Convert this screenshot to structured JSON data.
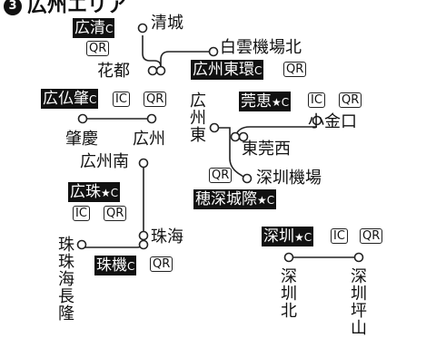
{
  "title": {
    "number": "3",
    "text": "広州エリア"
  },
  "stations": {
    "qingcheng": "清城",
    "huadu": "花都",
    "baiyun": "白雲機場北",
    "guangzhou": "広州",
    "guangzhou_east": "広州東",
    "zhaoqing": "肇慶",
    "guangzhou_south": "広州南",
    "dongguan_west": "東莞西",
    "xiaojinkou": "小金口",
    "shenzhen_airport": "深圳機場",
    "zhu": "珠",
    "zhuhai_changlong": "珠海長隆",
    "zhuhai": "珠海",
    "shenzhen_north": "深圳北",
    "shenzhen_pingshan": "深圳坪山"
  },
  "badges": {
    "guangqing": {
      "name": "広清",
      "suffix": "C"
    },
    "guangzhou_dong_ring": {
      "name": "広州東環",
      "suffix": "C"
    },
    "guangfo_zhao": {
      "name": "広仏肇",
      "suffix": "C"
    },
    "guanhui": {
      "name": "莞恵",
      "suffix": "★C"
    },
    "guangzhu": {
      "name": "広珠",
      "suffix": "★C"
    },
    "suishen": {
      "name": "穂深城際",
      "suffix": "★C"
    },
    "zhuji": {
      "name": "珠機",
      "suffix": "C"
    },
    "shenshan": {
      "name": "深圳",
      "suffix": "★C"
    }
  },
  "tags": {
    "ic": "IC",
    "qr": "QR"
  }
}
